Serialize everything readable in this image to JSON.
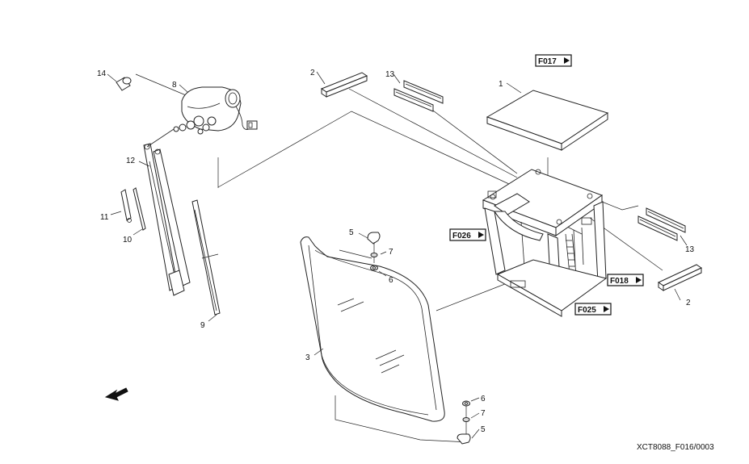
{
  "diagram": {
    "callouts": [
      "1",
      "2",
      "2",
      "3",
      "5",
      "5",
      "6",
      "6",
      "7",
      "7",
      "8",
      "9",
      "10",
      "11",
      "12",
      "13",
      "13",
      "14"
    ],
    "references": [
      "F017",
      "F026",
      "F018",
      "F025"
    ],
    "drawing_code": "XCT8088_F016/0003"
  }
}
